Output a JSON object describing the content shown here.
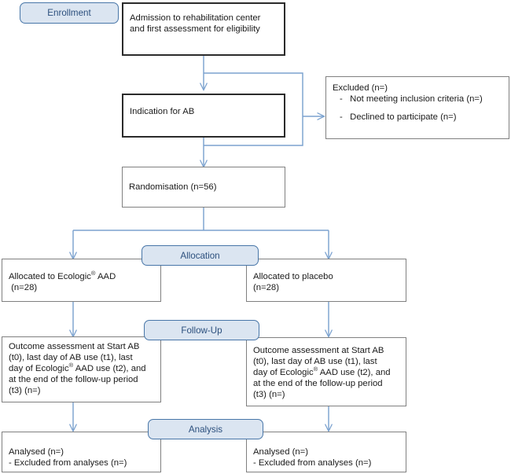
{
  "diagram": {
    "title": "CONSORT participant flow diagram",
    "line_color": "#7ba2cf",
    "box_border_color": "#808080",
    "phase_fill": "#dbe5f1",
    "phase_border": "#4876a8",
    "phase_text_color": "#2b4f7d"
  },
  "phases": {
    "enrollment": "Enrollment",
    "allocation": "Allocation",
    "followup": "Follow-Up",
    "analysis": "Analysis"
  },
  "nodes": {
    "admission": {
      "line1": "Admission to rehabilitation center",
      "line2": "and first assessment for eligibility"
    },
    "indication": {
      "line1": "Indication for AB"
    },
    "excluded": {
      "line1": "Excluded (n=)",
      "line2": "-   Not meeting inclusion criteria (n=)",
      "line3": "-   Declined to participate (n=)"
    },
    "randomisation": {
      "line1": "Randomisation (n=56)"
    },
    "allocated_left": {
      "line1_a": "Allocated to Ecologic",
      "line1_sup": "®",
      "line1_b": " AAD",
      "line2": " (n=28)"
    },
    "allocated_right": {
      "line1": "Allocated to placebo",
      "line2": "(n=28)"
    },
    "followup_left": {
      "line1": "Outcome assessment at Start AB",
      "line2": "(t0), last day of AB use (t1), last",
      "line3_a": "day of Ecologic",
      "line3_sup": "®",
      "line3_b": " AAD use (t2), and",
      "line4": "at the end of the follow-up period",
      "line5": "(t3) (n=)"
    },
    "followup_right": {
      "line1": "Outcome assessment at Start AB",
      "line2": "(t0), last day of AB use (t1), last",
      "line3_a": "day of Ecologic",
      "line3_sup": "®",
      "line3_b": " AAD use (t2), and",
      "line4": "at the end of the follow-up period",
      "line5": "(t3) (n=)"
    },
    "analysed_left": {
      "line1": "Analysed (n=)",
      "line2": "- Excluded from analyses (n=)"
    },
    "analysed_right": {
      "line1": "Analysed (n=)",
      "line2": "- Excluded from analyses (n=)"
    }
  }
}
